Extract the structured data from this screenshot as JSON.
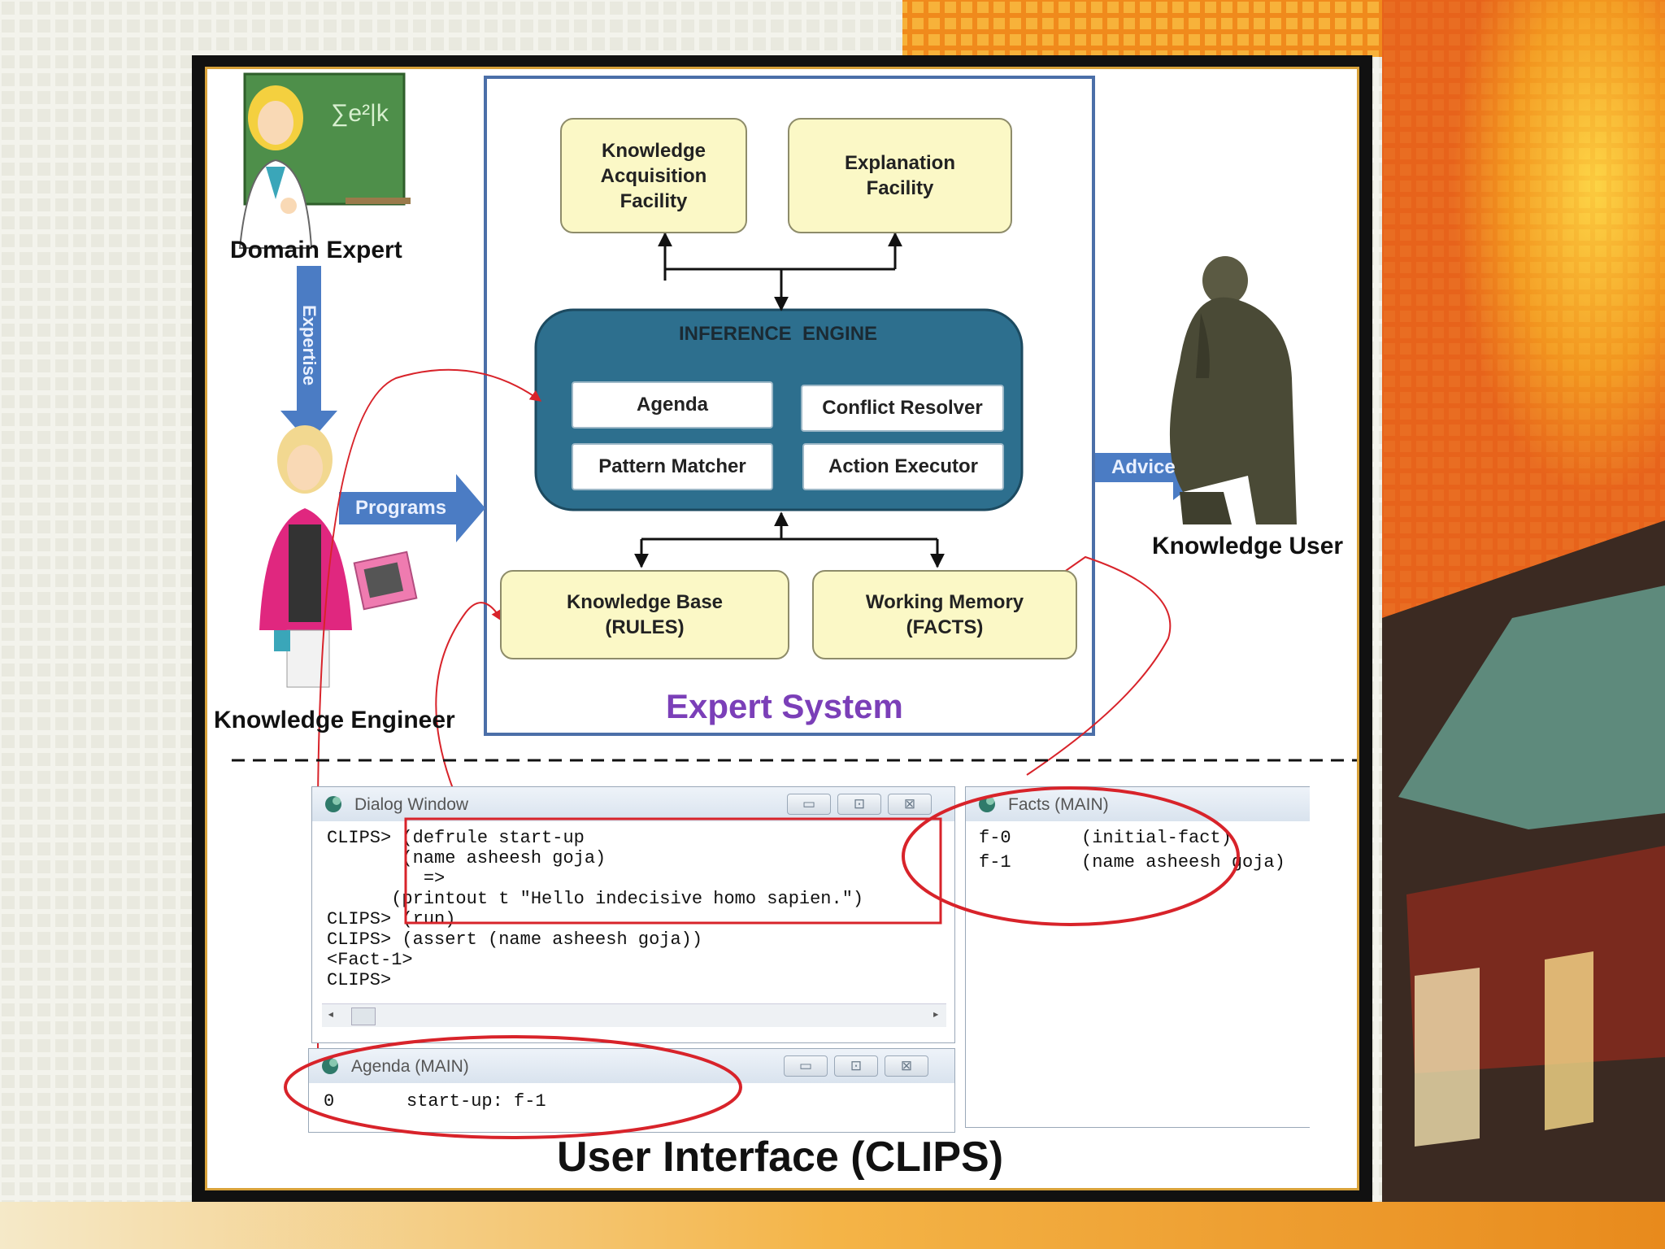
{
  "domain_expert": {
    "label": "Domain Expert",
    "board_text": "∑e²|k"
  },
  "knowledge_engineer": {
    "label": "Knowledge Engineer"
  },
  "knowledge_user": {
    "label": "Knowledge User"
  },
  "arrows": {
    "expertise": "Expertise",
    "programs": "Programs",
    "advice": "Advice"
  },
  "expert_system": {
    "title": "Expert System",
    "knowledge_acquisition": "Knowledge\nAcquisition\nFacility",
    "explanation_facility": "Explanation\nFacility",
    "inference_engine": {
      "title": "INFERENCE  ENGINE",
      "agenda": "Agenda",
      "conflict_resolver": "Conflict Resolver",
      "pattern_matcher": "Pattern Matcher",
      "action_executor": "Action Executor"
    },
    "knowledge_base": "Knowledge Base\n(RULES)",
    "working_memory": "Working Memory\n(FACTS)"
  },
  "clips": {
    "dialog_window": {
      "title": "Dialog Window",
      "lines": [
        "CLIPS> (defrule start-up",
        "       (name asheesh goja)",
        "         =>",
        "      (printout t \"Hello indecisive homo sapien.\")",
        "CLIPS> (run)",
        "CLIPS> (assert (name asheesh goja))",
        "<Fact-1>",
        "CLIPS>"
      ]
    },
    "facts_window": {
      "title": "Facts (MAIN)",
      "rows": [
        {
          "id": "f-0",
          "fact": "(initial-fact)"
        },
        {
          "id": "f-1",
          "fact": "(name asheesh goja)"
        }
      ]
    },
    "agenda_window": {
      "title": "Agenda (MAIN)",
      "rows": [
        {
          "salience": "0",
          "activation": "start-up: f-1"
        }
      ]
    },
    "window_buttons": {
      "minimize": "▭",
      "maximize": "⊡",
      "close": "⊠"
    }
  },
  "footer_title": "User Interface (CLIPS)",
  "colors": {
    "expert_system_title": "#7b3fb8",
    "inference_engine": "#2d6f8e",
    "blue_arrow": "#4b7cc4",
    "annotation_red": "#d8232a",
    "yellow_box": "#fbf8c6"
  }
}
